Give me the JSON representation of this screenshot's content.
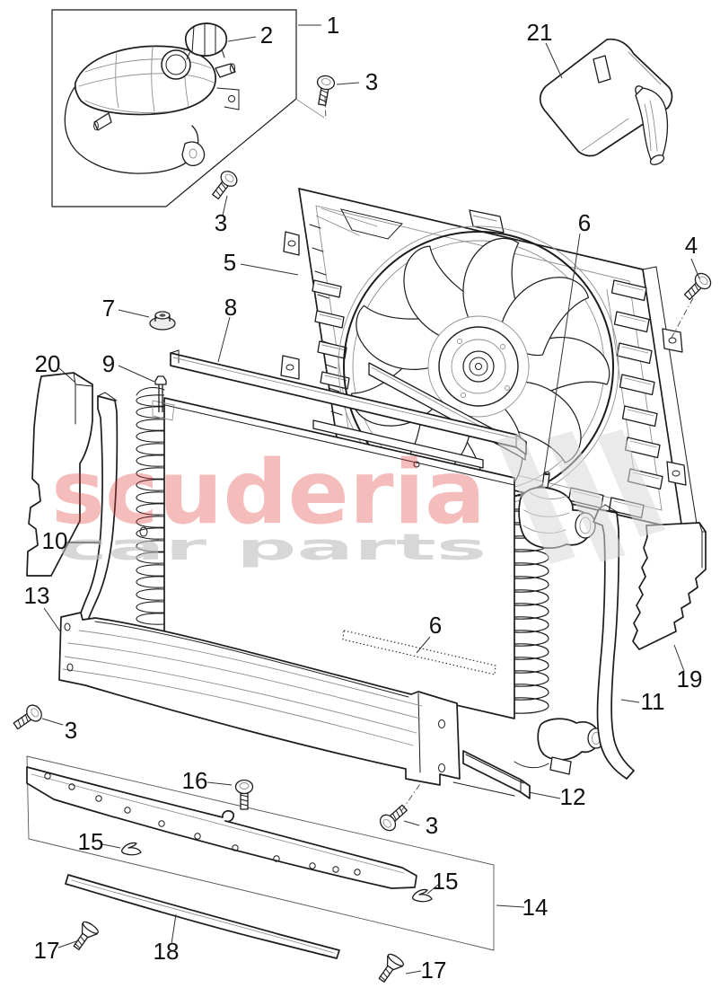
{
  "watermark": {
    "brand": "scuderia",
    "tagline": "car parts"
  },
  "colors": {
    "brand_red": "#e23a3c",
    "tagline_gray": "#bdbdbd",
    "flag_gray": "#d8d8d8",
    "line_black": "#1c1c1c"
  },
  "callouts": {
    "n1": "1",
    "n2": "2",
    "n3": "3",
    "n4": "4",
    "n5": "5",
    "n6": "6",
    "n7": "7",
    "n8": "8",
    "n9": "9",
    "n10": "10",
    "n11": "11",
    "n12": "12",
    "n13": "13",
    "n14": "14",
    "n15": "15",
    "n16": "16",
    "n17": "17",
    "n18": "18",
    "n19": "19",
    "n20": "20",
    "n21": "21"
  }
}
